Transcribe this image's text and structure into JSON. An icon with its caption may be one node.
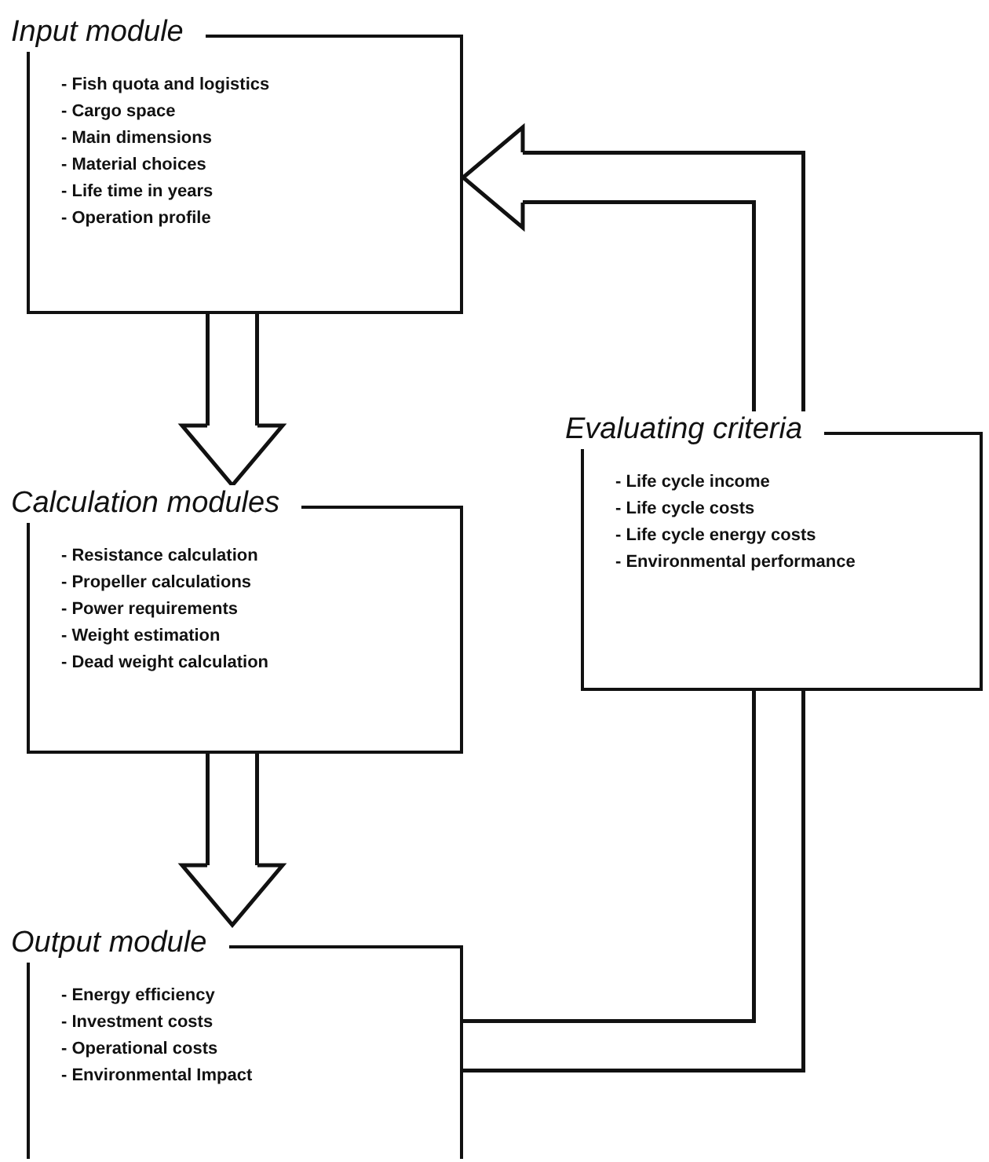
{
  "diagram": {
    "nodes": [
      {
        "text": [
          "Input module",
          "- Fish quota and logistics",
          "- Cargo space",
          "- Main dimensions",
          "- Material choices",
          "- Life time in years",
          "- Operation profile"
        ]
      },
      {
        "text": [
          "Calculation modules",
          "- Resistance calculation",
          "- Propeller calculations",
          "- Power requirements",
          "- Weight estimation",
          "- Dead weight calculation"
        ]
      },
      {
        "text": [
          "Output module",
          "- Energy efficiency",
          "- Investment costs",
          "- Operational costs",
          "- Environmental Impact"
        ]
      },
      {
        "text": [
          "Evaluating criteria",
          "- Life cycle income",
          "- Life cycle costs",
          "- Life cycle energy costs",
          "- Environmental performance"
        ]
      }
    ],
    "edges": [
      {
        "from": 0,
        "to": 1,
        "arrow": "to"
      },
      {
        "from": 1,
        "to": 2,
        "arrow": "to"
      },
      {
        "from": 2,
        "to": 3,
        "arrow": "none"
      },
      {
        "from": 3,
        "to": 0,
        "arrow": "to"
      }
    ]
  }
}
